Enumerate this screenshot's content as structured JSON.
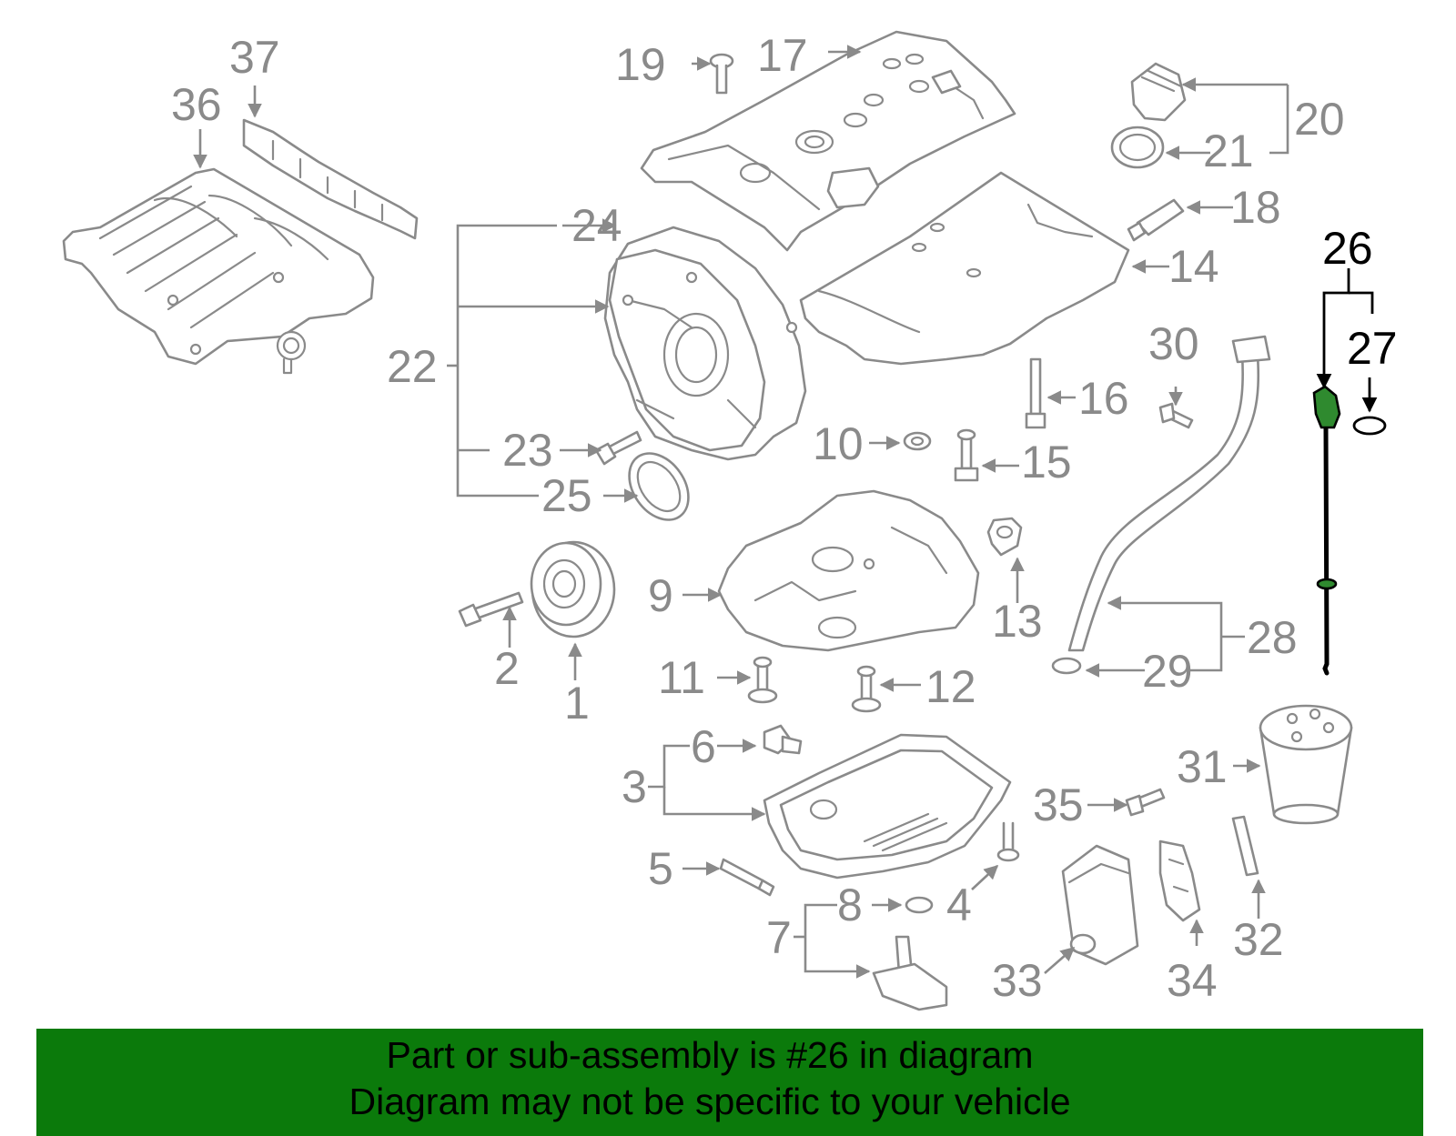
{
  "diagram": {
    "callouts": {
      "n1": "1",
      "n2": "2",
      "n3": "3",
      "n4": "4",
      "n5": "5",
      "n6": "6",
      "n7": "7",
      "n8": "8",
      "n9": "9",
      "n10": "10",
      "n11": "11",
      "n12": "12",
      "n13": "13",
      "n14": "14",
      "n15": "15",
      "n16": "16",
      "n17": "17",
      "n18": "18",
      "n19": "19",
      "n20": "20",
      "n21": "21",
      "n22": "22",
      "n23": "23",
      "n24": "24",
      "n25": "25",
      "n26": "26",
      "n27": "27",
      "n28": "28",
      "n29": "29",
      "n30": "30",
      "n31": "31",
      "n32": "32",
      "n33": "33",
      "n34": "34",
      "n35": "35",
      "n36": "36",
      "n37": "37"
    },
    "highlighted_part": "26",
    "colors": {
      "part_lines": "#8a8a8a",
      "highlight": "#000000",
      "highlight_fill": "#2f8a2f",
      "banner": "#0b7a0b"
    }
  },
  "banner": {
    "line1": "Part or sub-assembly is #26 in diagram",
    "line2": "Diagram may not be specific to your vehicle"
  }
}
